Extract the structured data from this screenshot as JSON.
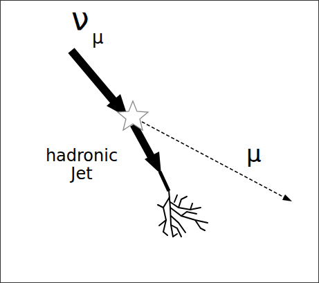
{
  "diagram": {
    "labels": [
      "ν",
      "μ",
      "hadronic Jet",
      "μ"
    ]
  }
}
